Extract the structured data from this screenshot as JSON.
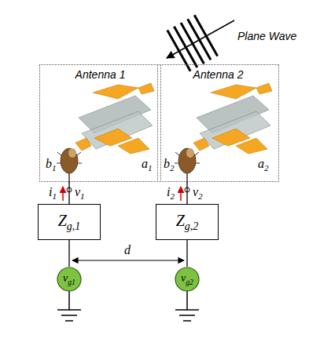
{
  "diagram": {
    "nodes": [
      {
        "text": [
          "Antenna 1"
        ]
      },
      {
        "text": [
          "Antenna 2"
        ]
      },
      {
        "text": [
          "Zg,1"
        ]
      },
      {
        "text": [
          "Zg,2"
        ]
      },
      {
        "text": [
          "vg1"
        ]
      },
      {
        "text": [
          "vg2"
        ]
      }
    ],
    "edges": [
      {
        "from": 0,
        "to": 2,
        "arrow": "none"
      },
      {
        "from": 1,
        "to": 3,
        "arrow": "none"
      },
      {
        "from": 2,
        "to": 4,
        "arrow": "none"
      },
      {
        "from": 3,
        "to": 5,
        "arrow": "none"
      }
    ],
    "labels": [
      "Plane Wave",
      "b1",
      "a1",
      "i1",
      "v1",
      "b2",
      "a2",
      "i2",
      "v2",
      "d"
    ]
  }
}
